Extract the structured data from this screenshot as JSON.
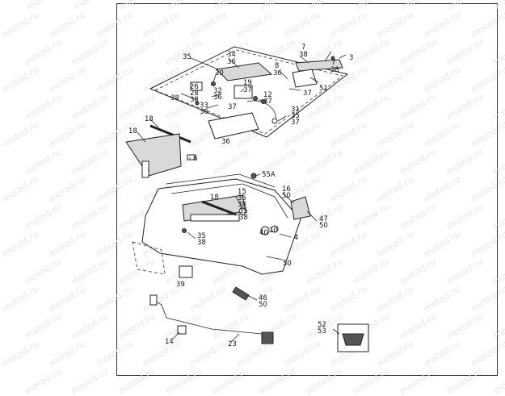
{
  "watermark": {
    "text": "motod.ru"
  },
  "callouts": [
    {
      "id": "c35a",
      "text": "35"
    },
    {
      "id": "c34",
      "text": "34"
    },
    {
      "id": "c36a",
      "text": "36"
    },
    {
      "id": "c7a",
      "text": "7"
    },
    {
      "id": "c38a",
      "text": "38"
    },
    {
      "id": "c3",
      "text": "3"
    },
    {
      "id": "c7b",
      "text": "7"
    },
    {
      "id": "c38b",
      "text": "38"
    },
    {
      "id": "c8",
      "text": "8"
    },
    {
      "id": "c36b",
      "text": "36"
    },
    {
      "id": "c30",
      "text": "30"
    },
    {
      "id": "c19",
      "text": "19"
    },
    {
      "id": "c37a",
      "text": "37"
    },
    {
      "id": "c51",
      "text": "51"
    },
    {
      "id": "c37b",
      "text": "37"
    },
    {
      "id": "c26",
      "text": "26"
    },
    {
      "id": "c28",
      "text": "28"
    },
    {
      "id": "c38c",
      "text": "38"
    },
    {
      "id": "c38d",
      "text": "38"
    },
    {
      "id": "c32",
      "text": "32"
    },
    {
      "id": "c36c",
      "text": "36"
    },
    {
      "id": "c33",
      "text": "33"
    },
    {
      "id": "c36d",
      "text": "36"
    },
    {
      "id": "c37c",
      "text": "37"
    },
    {
      "id": "c12",
      "text": "12"
    },
    {
      "id": "c37d",
      "text": "37"
    },
    {
      "id": "c31",
      "text": "31"
    },
    {
      "id": "c35b",
      "text": "35"
    },
    {
      "id": "c37e",
      "text": "37"
    },
    {
      "id": "c18a",
      "text": "18"
    },
    {
      "id": "c36e",
      "text": "36"
    },
    {
      "id": "c18b",
      "text": "18"
    },
    {
      "id": "c6",
      "text": "6"
    },
    {
      "id": "c55a",
      "text": "55A"
    },
    {
      "id": "c15",
      "text": "15"
    },
    {
      "id": "c35c",
      "text": "35"
    },
    {
      "id": "c38e",
      "text": "38"
    },
    {
      "id": "c16",
      "text": "16"
    },
    {
      "id": "c50a",
      "text": "50"
    },
    {
      "id": "c18c",
      "text": "18"
    },
    {
      "id": "c35d",
      "text": "35"
    },
    {
      "id": "c38f",
      "text": "38"
    },
    {
      "id": "c47",
      "text": "47"
    },
    {
      "id": "c50b",
      "text": "50"
    },
    {
      "id": "c40",
      "text": "40"
    },
    {
      "id": "c10",
      "text": "10"
    },
    {
      "id": "c4",
      "text": "4"
    },
    {
      "id": "c35e",
      "text": "35"
    },
    {
      "id": "c38g",
      "text": "38"
    },
    {
      "id": "c50c",
      "text": "50"
    },
    {
      "id": "c39",
      "text": "39"
    },
    {
      "id": "c46",
      "text": "46"
    },
    {
      "id": "c50d",
      "text": "50"
    },
    {
      "id": "c14",
      "text": "14"
    },
    {
      "id": "c23",
      "text": "23"
    },
    {
      "id": "c52",
      "text": "52"
    },
    {
      "id": "c53",
      "text": "53"
    }
  ]
}
